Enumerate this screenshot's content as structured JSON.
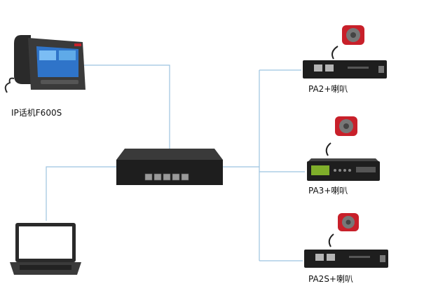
{
  "diagram": {
    "phone_label": "IP话机F600S",
    "pa2_label": "PA2+喇叭",
    "pa3_label": "PA3+喇叭",
    "pa2s_label": "PA2S+喇叭"
  },
  "colors": {
    "line": "#9cc3e0",
    "device_body": "#1e1e1e",
    "speaker_red": "#c8202a"
  },
  "icons": [
    "ip-phone-icon",
    "network-switch-icon",
    "laptop-icon",
    "pa2-amplifier-icon",
    "pa3-amplifier-icon",
    "pa2s-amplifier-icon",
    "speaker-icon"
  ]
}
